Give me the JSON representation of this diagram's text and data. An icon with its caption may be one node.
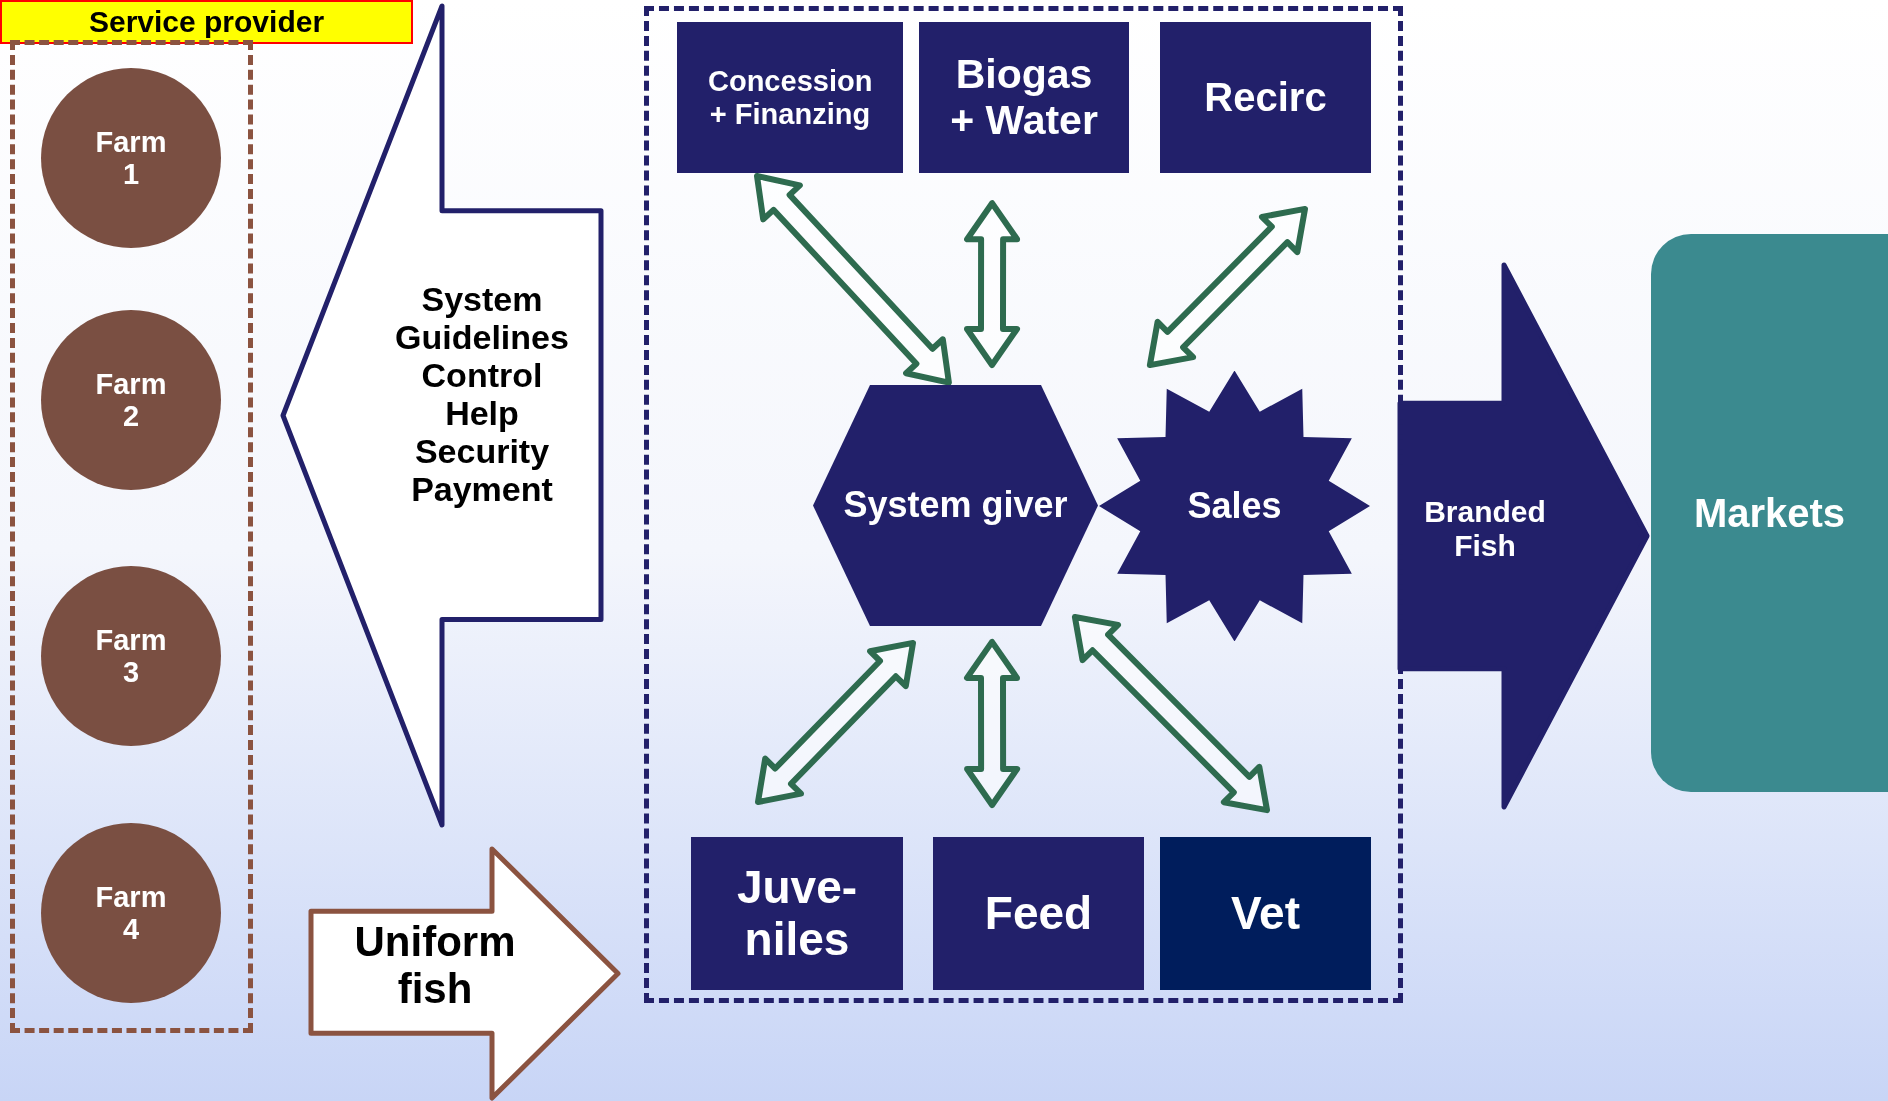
{
  "diagram": {
    "nodes": [
      {
        "text": [
          "Service provider"
        ]
      },
      {
        "text": [],
        "shape": "box"
      },
      {
        "text": [
          "Farm 1"
        ],
        "in": 1
      },
      {
        "text": [
          "Farm 2"
        ],
        "in": 1
      },
      {
        "text": [
          "Farm 3"
        ],
        "in": 1
      },
      {
        "text": [
          "Farm 4"
        ],
        "in": 1
      },
      {
        "text": [],
        "shape": "box"
      },
      {
        "text": [
          "Concession + Finanzing"
        ],
        "in": 6
      },
      {
        "text": [
          "Biogas + Water"
        ],
        "in": 6
      },
      {
        "text": [
          "Recirc"
        ],
        "in": 6
      },
      {
        "text": [
          "System giver"
        ],
        "in": 6
      },
      {
        "text": [
          "Sales"
        ],
        "in": 6
      },
      {
        "text": [
          "Juve-niles"
        ],
        "in": 6
      },
      {
        "text": [
          "Feed"
        ],
        "in": 6
      },
      {
        "text": [
          "Vet"
        ],
        "in": 6
      },
      {
        "text": [
          "Markets"
        ]
      }
    ],
    "edges": [
      {
        "from": 7,
        "to": 10,
        "arrow": "both",
        "style": "thick"
      },
      {
        "from": 8,
        "to": 10,
        "arrow": "both",
        "style": "thick"
      },
      {
        "from": 9,
        "to": 11,
        "arrow": "both",
        "style": "thick"
      },
      {
        "from": 10,
        "to": 12,
        "arrow": "both",
        "style": "thick"
      },
      {
        "from": 10,
        "to": 13,
        "arrow": "both",
        "style": "thick"
      },
      {
        "from": 11,
        "to": 14,
        "arrow": "both",
        "style": "thick"
      },
      {
        "from": 6,
        "to": 1,
        "label": "System Guidelines Control Help Security Payment",
        "arrow": "to",
        "style": "thick",
        "color": "#22206a"
      },
      {
        "from": 1,
        "to": 6,
        "label": "Uniform fish",
        "arrow": "to",
        "style": "thick",
        "color": "#8b5340"
      },
      {
        "from": 6,
        "to": 15,
        "label": "Branded Fish",
        "arrow": "to",
        "style": "thick",
        "color": "#22206a"
      }
    ]
  }
}
